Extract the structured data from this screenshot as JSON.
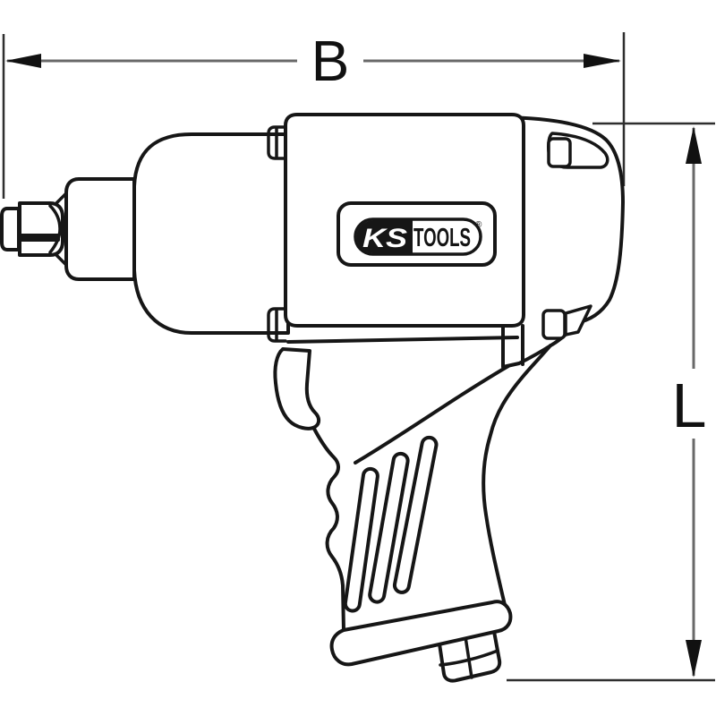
{
  "diagram": {
    "type": "technical dimension drawing",
    "product": "KS Tools pneumatic impact wrench, side view line art",
    "dimension_width": {
      "label": "B",
      "meaning": "overall width, horizontal"
    },
    "dimension_length": {
      "label": "L",
      "meaning": "overall length, vertical"
    }
  },
  "logo": {
    "ks": "KS",
    "tools": "TOOLS",
    "registered": "®"
  },
  "colors": {
    "background": "#ffffff",
    "outline": "#161616",
    "dimension_line": "#696969",
    "extension_line": "#2e2e2e",
    "label_text": "#111111",
    "logo_black": "#141414"
  }
}
